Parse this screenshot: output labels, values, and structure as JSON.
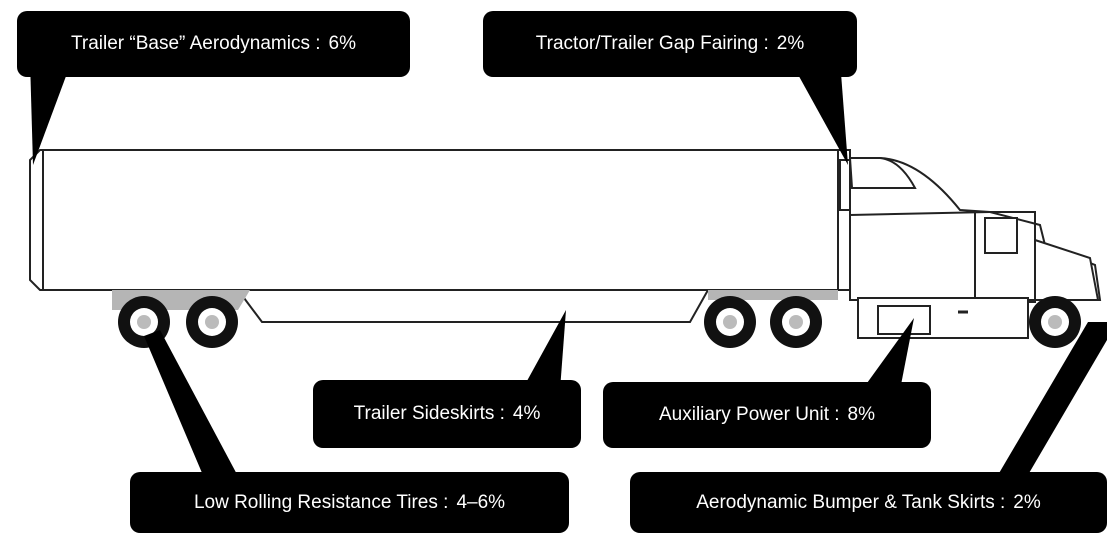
{
  "callouts": {
    "trailer_base": {
      "label": "Trailer “Base” Aerodynamics :",
      "value": "6%"
    },
    "gap_fairing": {
      "label": "Tractor/Trailer Gap Fairing :",
      "value": "2%"
    },
    "sideskirts": {
      "label": "Trailer Sideskirts :",
      "value": "4%"
    },
    "apu": {
      "label": "Auxiliary Power Unit :",
      "value": "8%"
    },
    "tires": {
      "label": "Low Rolling Resistance Tires :",
      "value": "4–6%"
    },
    "bumper": {
      "label": "Aerodynamic Bumper & Tank Skirts :",
      "value": "2%"
    }
  },
  "colors": {
    "callout_bg": "#000000",
    "callout_text": "#ffffff",
    "outline": "#222222",
    "fairing_gray": "#b5b5b5"
  }
}
